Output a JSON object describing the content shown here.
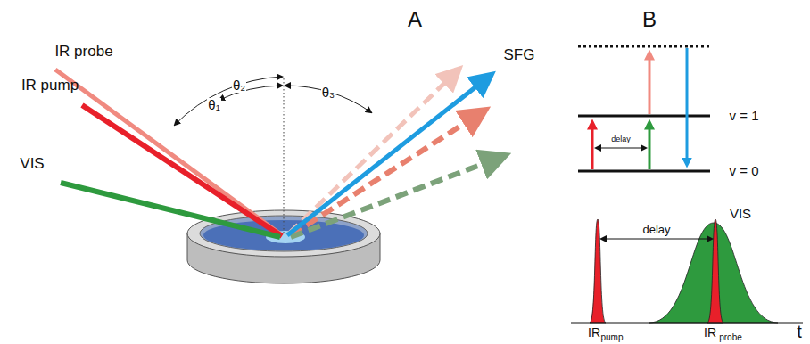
{
  "diagram": {
    "labels": [
      "A",
      "B",
      "IR probe",
      "IR pump",
      "VIS",
      "SFG",
      "θ₂",
      "θ₁",
      "θ₃",
      "v = 1",
      "v = 0",
      "delay",
      "delay",
      "VIS",
      "IR",
      "pump",
      "IR",
      "probe",
      "t"
    ]
  }
}
